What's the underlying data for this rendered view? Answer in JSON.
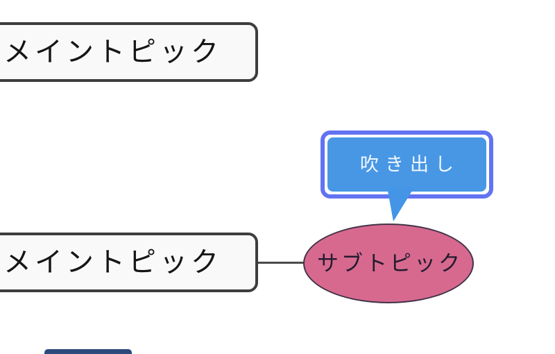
{
  "diagram": {
    "type": "mindmap",
    "background_color": "#ffffff",
    "nodes": [
      {
        "id": "main-topic-top",
        "label": "メイントピック",
        "shape": "rounded-rectangle",
        "fill_color": "#f9f9f9",
        "border_color": "#3d3d3d",
        "text_color": "#151515",
        "clipped": "left edge of canvas"
      },
      {
        "id": "main-topic-bottom",
        "label": "メイントピック",
        "shape": "rounded-rectangle",
        "fill_color": "#f9f9f9",
        "border_color": "#3d3d3d",
        "text_color": "#151515",
        "clipped": "left edge of canvas"
      },
      {
        "id": "sub-topic",
        "label": "サブトピック",
        "shape": "ellipse",
        "fill_color": "#d7698f",
        "border_color": "#443347",
        "text_color": "#241b2e"
      },
      {
        "id": "callout",
        "label": "吹き出し",
        "shape": "speech-bubble",
        "fill_color": "#4897e5",
        "frame_color": "#6273f2",
        "tail_color": "#4495e6",
        "text_color": "#ffffff",
        "attached_to": "sub-topic"
      },
      {
        "id": "clipped-node-bottom",
        "label": "",
        "shape": "rounded-rectangle-fragment",
        "fill_color": "#2d4a7c",
        "clipped": "bottom edge of canvas"
      }
    ],
    "connectors": [
      {
        "from": "main-topic-bottom",
        "to": "sub-topic",
        "style": "straight",
        "color": "#4a4a4a"
      }
    ]
  }
}
